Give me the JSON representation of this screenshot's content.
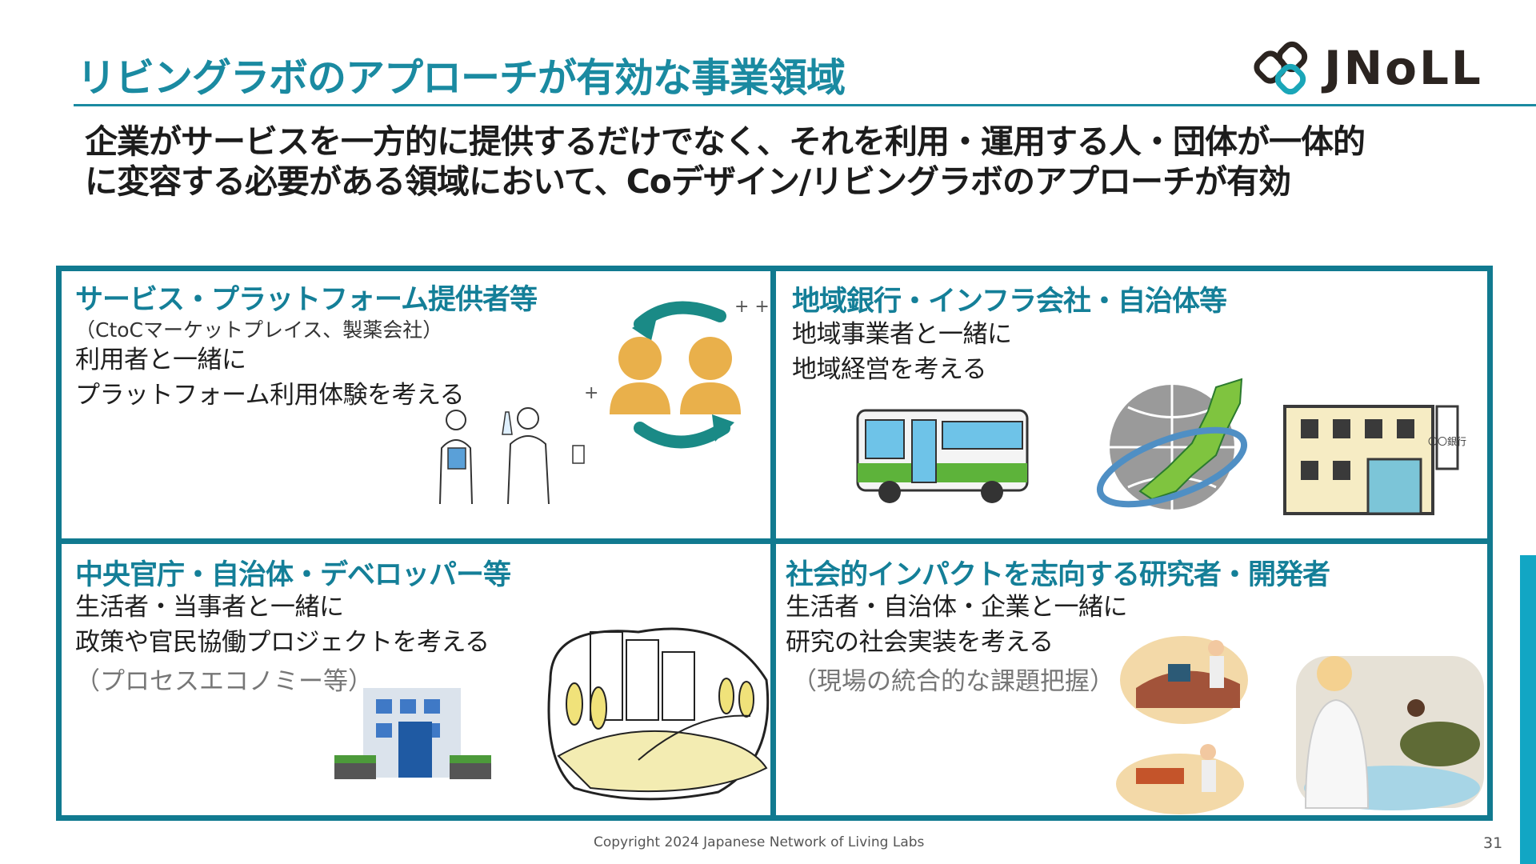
{
  "slide": {
    "title": "リビングラボのアプローチが有効な事業領域",
    "logo_text": "JNoLL",
    "lead_line1": "企業がサービスを一方的に提供するだけでなく、それを利用・運用する人・団体が一体的",
    "lead_line2": "に変容する必要がある領域において、Coデザイン/リビングラボのアプローチが有効"
  },
  "quadrants": [
    {
      "title": "サービス・プラットフォーム提供者等",
      "subtitle": "（CtoCマーケットプレイス、製薬会社）",
      "body_line1": "利用者と一緒に",
      "body_line2": "プラットフォーム利用体験を考える"
    },
    {
      "title": "地域銀行・インフラ会社・自治体等",
      "body_line1": "地域事業者と一緒に",
      "body_line2": "地域経営を考える",
      "bank_sign": "〇〇銀行"
    },
    {
      "title": "中央官庁・自治体・デベロッパー等",
      "body_line1": "生活者・当事者と一緒に",
      "body_line2": "政策や官民協働プロジェクトを考える",
      "note": "（プロセスエコノミー等）"
    },
    {
      "title": "社会的インパクトを志向する研究者・開発者",
      "body_line1": "生活者・自治体・企業と一緒に",
      "body_line2": "研究の社会実装を考える",
      "note": "（現場の統合的な課題把握）"
    }
  ],
  "footer": {
    "copyright": "Copyright 2024  Japanese Network of Living Labs",
    "page_number": "31"
  },
  "colors": {
    "title": "#1a8aa1",
    "frame": "#117a90",
    "accent_bar": "#12a6c4"
  },
  "icons": [
    "chain-logo-icon",
    "user-exchange-icon",
    "researchers-illustration",
    "bus-icon",
    "japan-globe-icon",
    "bank-building-icon",
    "office-building-icon",
    "city-park-illustration",
    "field-research-illustration"
  ]
}
